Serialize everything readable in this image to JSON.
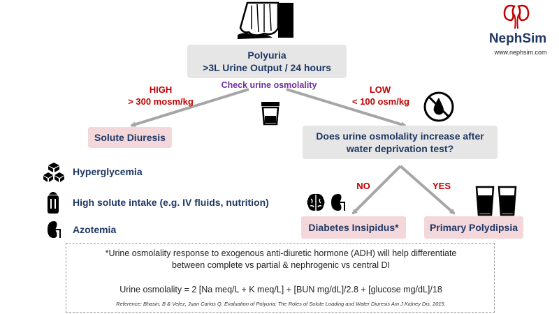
{
  "top_box": {
    "line1": "Polyuria",
    "line2": ">3L Urine Output / 24 hours"
  },
  "check_label": "Check urine osmolality",
  "left_branch": {
    "label": "HIGH",
    "value": "> 300 mosm/kg"
  },
  "right_branch": {
    "label": "LOW",
    "value": "< 100 osm/kg"
  },
  "solute_box": "Solute Diuresis",
  "question_box": {
    "line1": "Does urine osmolality increase after",
    "line2": "water deprivation test?"
  },
  "no_label": "NO",
  "yes_label": "YES",
  "di_box": "Diabetes Insipidus*",
  "pp_box": "Primary Polydipsia",
  "causes": [
    "Hyperglycemia",
    "High solute intake (e.g. IV fluids, nutrition)",
    "Azotemia"
  ],
  "logo": {
    "name": "NephSim",
    "url": "www.nephsim.com"
  },
  "note": {
    "line1": "*Urine osmolality response to exogenous anti-diuretic hormone (ADH) will help differentiate",
    "line2": "between complete vs partial & nephrogenic vs central DI",
    "formula": "Urine  osmolality  = 2 [Na meq/L + K meq/L] + [BUN mg/dL]/2.8 + [glucose mg/dL]/18",
    "reference": "Reference: Bhasin, B & Velez, Juan Carlos Q. Evaluation of Polyuria: The Roles of Solute Loading and Water Diuresis Am J Kidney Dis. 2015."
  },
  "colors": {
    "navy": "#1f3864",
    "red": "#c00000",
    "purple": "#7030a0",
    "pink_box": "#f4d7da",
    "grey_box": "#e7e6e6",
    "arrow": "#a6a6a6"
  },
  "icons": [
    "waterfall-icon",
    "urine-cup-icon",
    "no-water-icon",
    "cubes-icon",
    "salt-shaker-icon",
    "kidney-icon",
    "brain-icon",
    "glasses-of-water-icon",
    "nephsim-logo-icon"
  ]
}
